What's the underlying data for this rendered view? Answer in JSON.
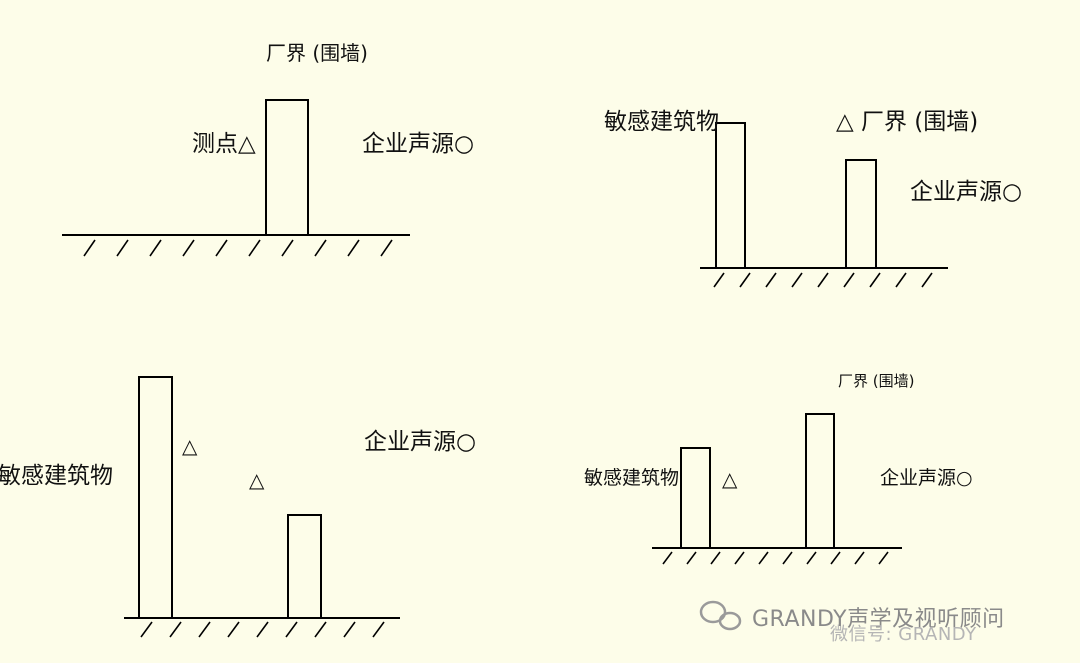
{
  "diagrams": [
    {
      "id": "d1",
      "boundary_label": "厂界 (围墙)",
      "point_label": "测点△",
      "source_label": "企业声源○"
    },
    {
      "id": "d2",
      "building_label": "敏感建筑物",
      "boundary_label": "△ 厂界 (围墙)",
      "source_label": "企业声源○"
    },
    {
      "id": "d3",
      "building_label": "敏感建筑物",
      "point_marker_1": "△",
      "point_marker_2": "△",
      "source_label": "企业声源○"
    },
    {
      "id": "d4",
      "boundary_label": "厂界 (围墙)",
      "building_label": "敏感建筑物",
      "point_marker": "△",
      "source_label": "企业声源○"
    }
  ],
  "watermark": {
    "text": "GRANDY声学及视听顾问",
    "sub_text": "微信号: GRANDY"
  }
}
